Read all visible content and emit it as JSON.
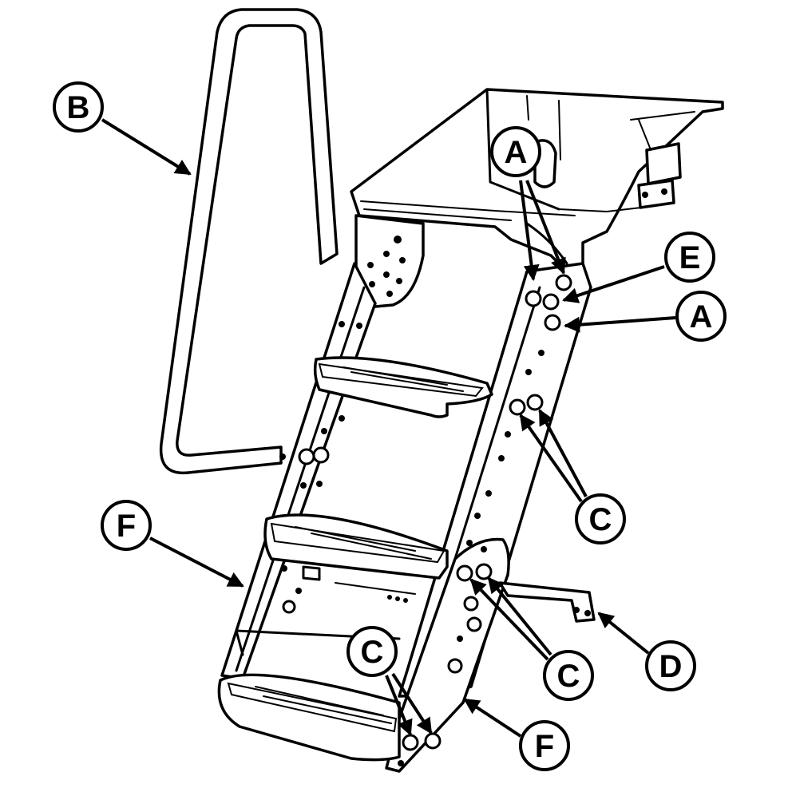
{
  "callouts": {
    "A": "A",
    "B": "B",
    "C": "C",
    "D": "D",
    "E": "E",
    "F": "F"
  }
}
